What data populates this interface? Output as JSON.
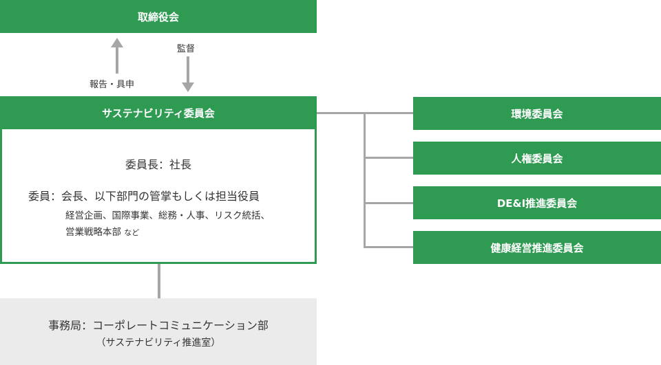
{
  "board": "取締役会",
  "arrows": {
    "report": "報告・具申",
    "supervise": "監督"
  },
  "committee": {
    "title": "サステナビリティ委員会",
    "chair": "委員長：社長",
    "members_label": "委員：",
    "members_text": "会長、以下部門の管掌もしくは担当役員",
    "depts_line1": "経営企画、国際事業、総務・人事、リスク統括、",
    "depts_line2": "営業戦略本部",
    "depts_suffix": "など"
  },
  "subcommittees": [
    "環境委員会",
    "人権委員会",
    "DE&I推進委員会",
    "健康経営推進委員会"
  ],
  "secretariat": {
    "line1": "事務局：コーポレートコミュニケーション部",
    "line2": "（サステナビリティ推進室）"
  }
}
